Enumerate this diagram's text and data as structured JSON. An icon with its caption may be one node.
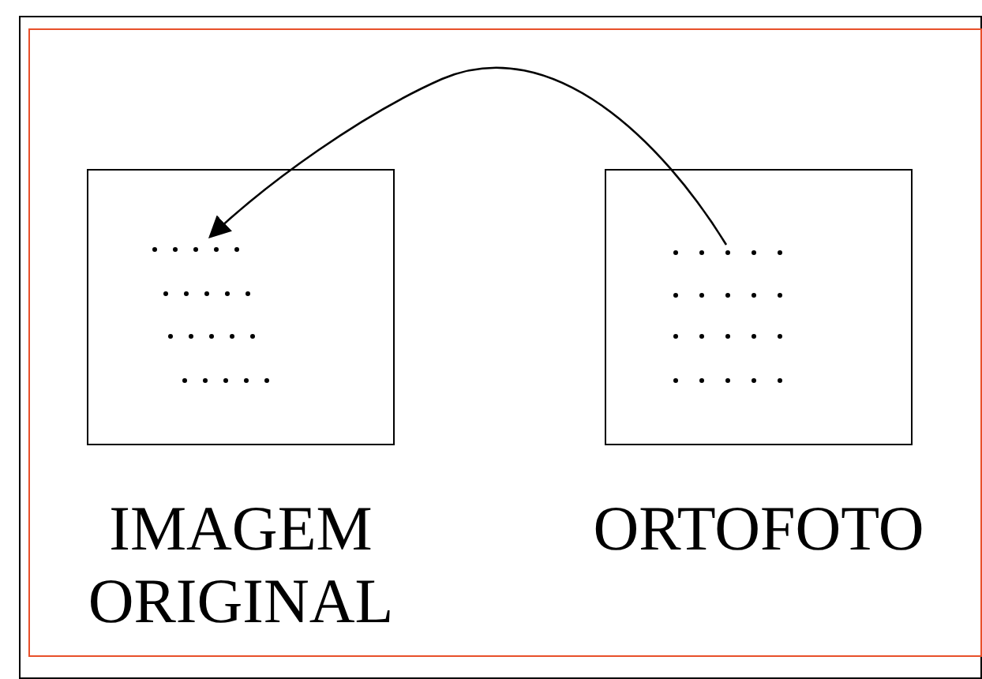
{
  "diagram": {
    "nodes": [
      {
        "text": [
          "IMAGEM ORIGINAL"
        ]
      },
      {
        "text": [
          "ORTOFOTO"
        ]
      }
    ],
    "edges": [
      {
        "from": 1,
        "to": 0,
        "arrow": "to"
      }
    ]
  }
}
